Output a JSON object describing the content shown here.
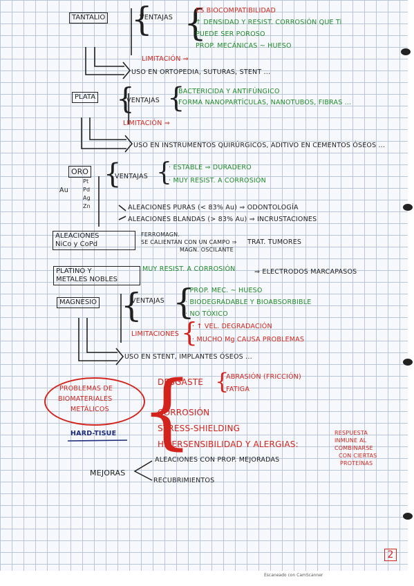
{
  "tantalio": {
    "box": "TANTALIO",
    "ventajas_label": "VENTAJAS",
    "ventajas": [
      "ES BIOCOMPATIBILIDAD",
      "↑ DENSIDAD Y RESIST. CORROSIÓN QUE Ti",
      "PUEDE SER POROSO",
      "PROP. MECÁNICAS ~ HUESO"
    ],
    "limitacion": "LIMITACIÓN ⇒",
    "uso": "USO EN ORTOPEDIA, SUTURAS, STENT ..."
  },
  "plata": {
    "box": "PLATA",
    "ventajas_label": "VENTAJAS",
    "ventajas": [
      "BACTERICIDA Y ANTIFÚNGICO",
      "FORMA NANOPARTÍCULAS, NANOTUBOS, FIBRAS ..."
    ],
    "limitacion": "LIMITACIÓN ⇒",
    "uso": "USO EN INSTRUMENTOS QUIRÚRGICOS, ADITIVO EN CEMENTOS ÓSEOS ..."
  },
  "oro": {
    "box": "ORO",
    "side": [
      "Au",
      "Pt",
      "Pd",
      "Ag",
      "Zn"
    ],
    "ventajas_label": "VENTAJAS",
    "ventajas": [
      "· ESTABLE ⇒ DURADERO",
      "· MUY RESIST. A CORROSIÓN"
    ],
    "aleaciones": [
      "ALEACIONES PURAS (< 83% Au) ⇒ ODONTOLOGÍA",
      "ALEACIONES BLANDAS (> 83% Au) ⇒ INCRUSTACIONES"
    ]
  },
  "aleaciones_nico": {
    "box_line1": "ALEACIONES",
    "box_line2": "NiCo y CoPd",
    "desc": [
      "FERROMAGN.",
      "SE CALIENTAN CON UN CAMPO ⇒",
      "MAGN. OSCILANTE"
    ],
    "trat": "TRAT. TUMORES"
  },
  "platino": {
    "box_line1": "PLATINO Y",
    "box_line2": "METALES NOBLES",
    "ventaja": "MUY RESIST. A CORROSIÓN",
    "uso": "⇒ ELECTRODOS MARCAPASOS"
  },
  "magnesio": {
    "box": "MAGNESIO",
    "ventajas_label": "VENTAJAS",
    "ventajas": [
      "· PROP. MEC. ~ HUESO",
      "· BIODEGRADABLE Y BIOABSORBIBLE",
      "· NO TÓXICO"
    ],
    "limitaciones_label": "LIMITACIONES",
    "limitaciones": [
      "· ↑ VEL. DEGRADACIÓN",
      "· MUCHO Mg CAUSA PROBLEMAS"
    ],
    "uso": "USO EN STENT, IMPLANTES ÓSEOS ..."
  },
  "problemas": {
    "title": [
      "PROBLEMAS DE",
      "BIOMATERIALES",
      "METÁLICOS"
    ],
    "hard": "HARD-TISUE",
    "desgaste": "DESGASTE",
    "desgaste_items": [
      "ABRASIÓN (FRICCIÓN)",
      "FATIGA"
    ],
    "items": [
      "CORROSIÓN",
      "STRESS-SHIELDING",
      "HIPERSENSIBILIDAD Y ALERGIAS:"
    ],
    "respuesta": [
      "RESPUESTA",
      "INMUNE AL",
      "COMBINARSE",
      "CON CIERTAS",
      "PROTEÍNAS"
    ]
  },
  "mejoras": {
    "label": "MEJORAS",
    "items": [
      "ALEACIONES CON PROP. MEJORADAS",
      "RECUBRIMIENTOS"
    ]
  },
  "page_number": "2",
  "footer": "Escaneado con CamScanner"
}
